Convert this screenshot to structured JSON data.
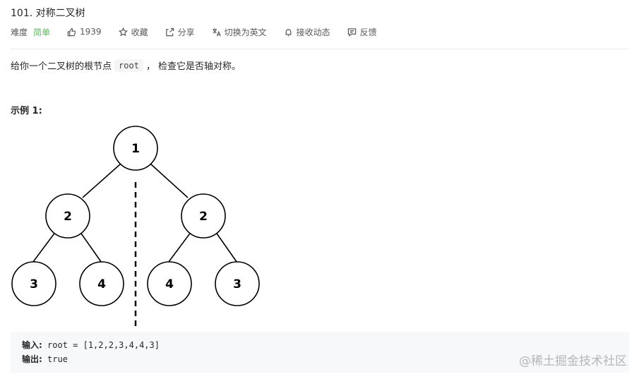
{
  "problem": {
    "title": "101. 对称二叉树"
  },
  "toolbar": {
    "difficulty_label": "难度",
    "difficulty_value": "简单",
    "likes": "1939",
    "favorite": "收藏",
    "share": "分享",
    "switch_lang": "切换为英文",
    "notify": "接收动态",
    "feedback": "反馈"
  },
  "description": {
    "before": "给你一个二叉树的根节点",
    "code": "root",
    "after": "， 检查它是否轴对称。"
  },
  "example": {
    "title": "示例 1:",
    "input_label": "输入:",
    "input_value": " root = [1,2,2,3,4,4,3]",
    "output_label": "输出:",
    "output_value": " true"
  },
  "tree": {
    "nodes": [
      "1",
      "2",
      "2",
      "3",
      "4",
      "4",
      "3"
    ]
  },
  "watermark": "@稀土掘金技术社区",
  "colors": {
    "difficulty_easy": "#5cb85c",
    "example_bg": "#f7f8fa"
  }
}
